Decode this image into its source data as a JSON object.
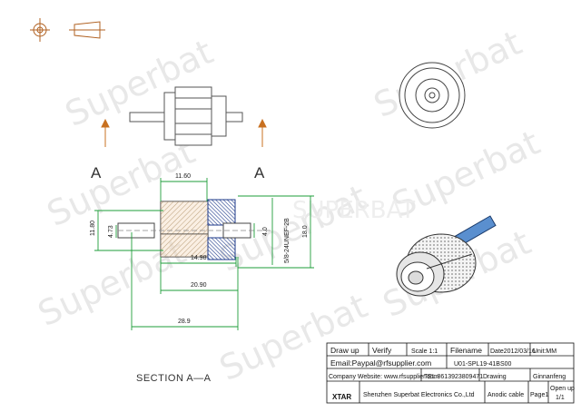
{
  "watermark": {
    "text": "Superbat",
    "center_text": "SUPERBAT"
  },
  "section_markers": {
    "left": "A",
    "right": "A"
  },
  "section_title": "SECTION A—A",
  "dimensions": {
    "d_11_60": "11.60",
    "d_11_80": "11.80",
    "d_4_73": "4.73",
    "d_4_0": "4.0",
    "d_18_0": "18.0",
    "d_thread": "5/8-24UNEF-2B",
    "d_14_98": "14.98",
    "d_20_90": "20.90",
    "d_28_9": "28.9"
  },
  "title_block": {
    "draw_up": "Draw up",
    "verify": "Verify",
    "scale": "Scale 1:1",
    "filename_label": "Filename",
    "date": "Date2012/03/16",
    "unit": "Unit:MM",
    "email": "Email:Paypal@rfsupplier.com",
    "filename": "U01-SPL19-41BS00",
    "website": "Company Website: www.rfsupplier.com",
    "tel": "TEL 8613923809471",
    "drawing_label": "Drawing",
    "drawer": "Ginnanfeng",
    "logo": "XTAR",
    "company": "Shenzhen Superbat Electronics Co.,Ltd",
    "product": "Anodic cable",
    "page_label": "Page1",
    "open_label": "Open up",
    "open_value": "1/1"
  }
}
